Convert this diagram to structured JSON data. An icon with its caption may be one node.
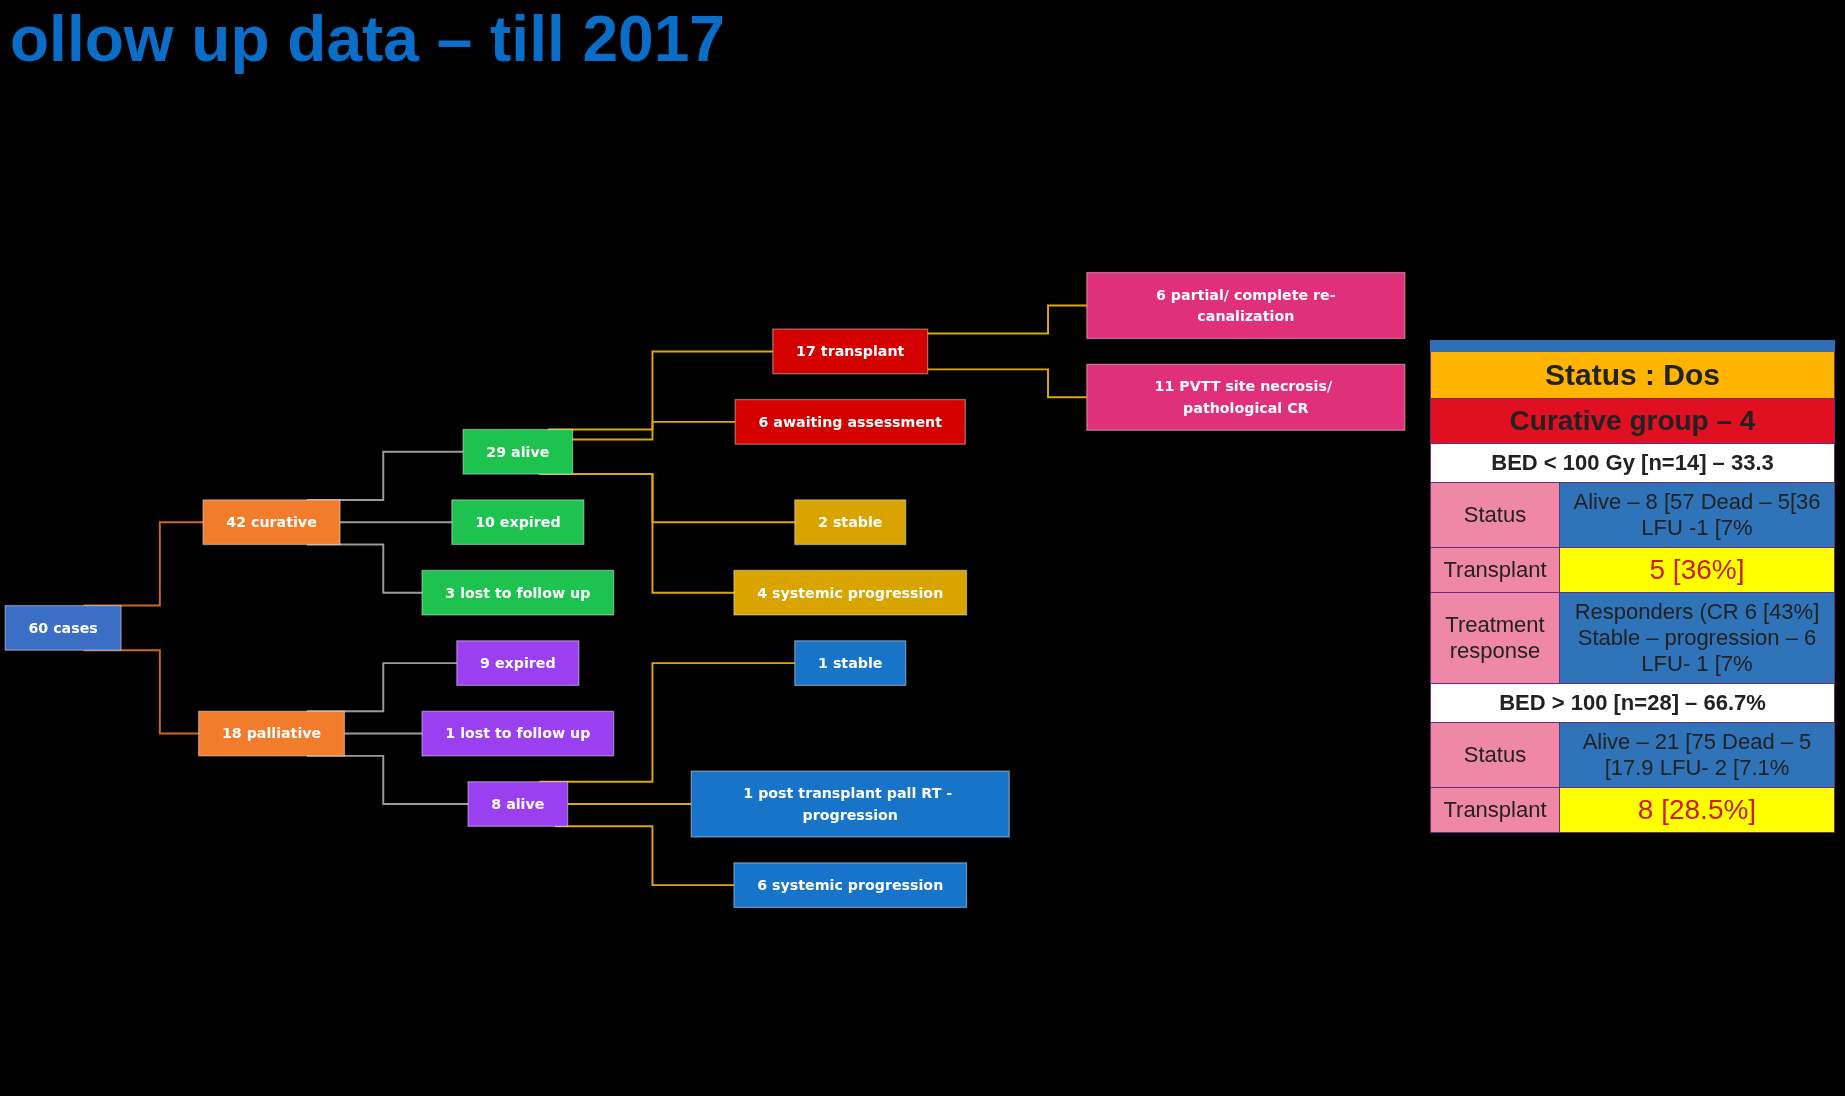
{
  "diagram": {
    "title": "ollow up data – till 2017",
    "nodes": [
      {
        "text": [
          "60 cases"
        ]
      },
      {
        "text": [
          "42 curative"
        ]
      },
      {
        "text": [
          "18 palliative"
        ]
      },
      {
        "text": [
          "29 alive"
        ]
      },
      {
        "text": [
          "10 expired"
        ]
      },
      {
        "text": [
          "3 lost to follow up"
        ]
      },
      {
        "text": [
          "9 expired"
        ]
      },
      {
        "text": [
          "1 lost to follow up"
        ]
      },
      {
        "text": [
          "8 alive"
        ]
      },
      {
        "text": [
          "17 transplant"
        ]
      },
      {
        "text": [
          "6 awaiting assessment"
        ]
      },
      {
        "text": [
          "2 stable"
        ]
      },
      {
        "text": [
          "4 systemic progression"
        ]
      },
      {
        "text": [
          "1 stable"
        ]
      },
      {
        "text": [
          "1 post transplant pall RT - progression"
        ]
      },
      {
        "text": [
          "6 systemic progression"
        ]
      },
      {
        "text": [
          "6 partial/ complete re-canalization"
        ]
      },
      {
        "text": [
          "11 PVTT site necrosis/ pathological CR"
        ]
      }
    ],
    "edges": [
      {
        "from": 0,
        "to": 1,
        "arrow": "none",
        "color": "#c8682a"
      },
      {
        "from": 0,
        "to": 2,
        "arrow": "none",
        "color": "#c8682a"
      },
      {
        "from": 1,
        "to": 3,
        "arrow": "none",
        "color": "#9a9a9a"
      },
      {
        "from": 1,
        "to": 4,
        "arrow": "none",
        "color": "#9a9a9a"
      },
      {
        "from": 1,
        "to": 5,
        "arrow": "none",
        "color": "#9a9a9a"
      },
      {
        "from": 2,
        "to": 6,
        "arrow": "none",
        "color": "#9a9a9a"
      },
      {
        "from": 2,
        "to": 7,
        "arrow": "none",
        "color": "#9a9a9a"
      },
      {
        "from": 2,
        "to": 8,
        "arrow": "none",
        "color": "#9a9a9a"
      },
      {
        "from": 3,
        "to": 9,
        "arrow": "none"
      },
      {
        "from": 3,
        "to": 10,
        "arrow": "none"
      },
      {
        "from": 3,
        "to": 11,
        "arrow": "none"
      },
      {
        "from": 3,
        "to": 12,
        "arrow": "none"
      },
      {
        "from": 8,
        "to": 13,
        "arrow": "none"
      },
      {
        "from": 8,
        "to": 14,
        "arrow": "none"
      },
      {
        "from": 8,
        "to": 15,
        "arrow": "none"
      },
      {
        "from": 9,
        "to": 16,
        "arrow": "none"
      },
      {
        "from": 9,
        "to": 17,
        "arrow": "none"
      }
    ],
    "labels": [
      "Status : Dos",
      "Curative group – 4",
      "BED < 100 Gy [n=14] – 33.3",
      "Status",
      "Alive – 8 [57 Dead – 5[36 LFU -1 [7%",
      "Transplant",
      "5 [36%]",
      "Treatment response",
      "Responders (CR 6 [43%] Stable – progression – 6 LFU- 1 [7%",
      "BED > 100 [n=28] – 66.7%",
      "Status",
      "Alive – 21 [75 Dead – 5 [17.9 LFU- 2 [7.1%",
      "Transplant",
      "8 [28.5%]"
    ]
  }
}
